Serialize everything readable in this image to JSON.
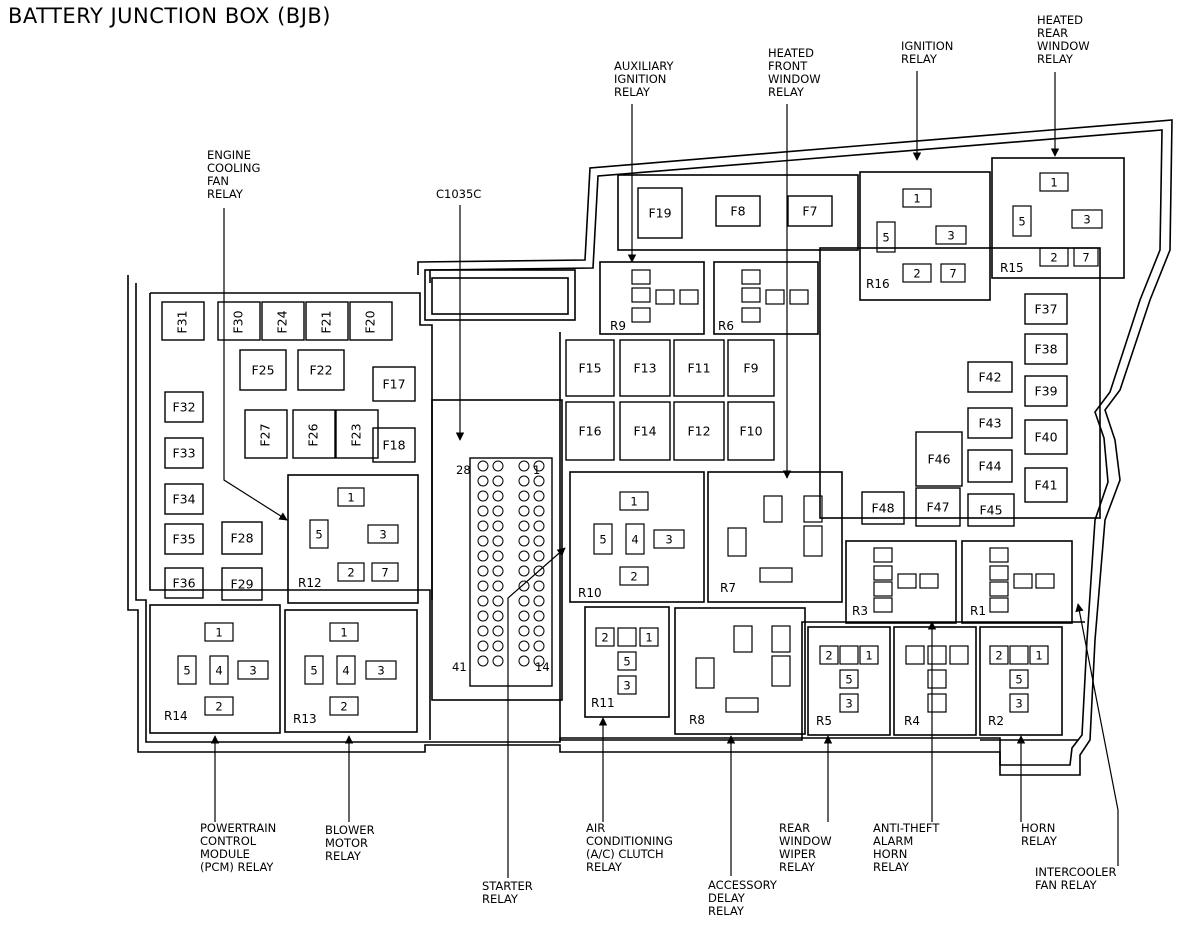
{
  "title": "BATTERY JUNCTION BOX (BJB)",
  "connector": {
    "label": "C1035C",
    "pins": [
      "28",
      "1",
      "41",
      "14"
    ]
  },
  "fuses": {
    "F7": "F7",
    "F8": "F8",
    "F9": "F9",
    "F10": "F10",
    "F11": "F11",
    "F12": "F12",
    "F13": "F13",
    "F14": "F14",
    "F15": "F15",
    "F16": "F16",
    "F17": "F17",
    "F18": "F18",
    "F19": "F19",
    "F20": "F20",
    "F21": "F21",
    "F22": "F22",
    "F23": "F23",
    "F24": "F24",
    "F25": "F25",
    "F26": "F26",
    "F27": "F27",
    "F28": "F28",
    "F29": "F29",
    "F30": "F30",
    "F31": "F31",
    "F32": "F32",
    "F33": "F33",
    "F34": "F34",
    "F35": "F35",
    "F36": "F36",
    "F37": "F37",
    "F38": "F38",
    "F39": "F39",
    "F40": "F40",
    "F41": "F41",
    "F42": "F42",
    "F43": "F43",
    "F44": "F44",
    "F45": "F45",
    "F46": "F46",
    "F47": "F47",
    "F48": "F48"
  },
  "relays": {
    "R1": "R1",
    "R2": "R2",
    "R3": "R3",
    "R4": "R4",
    "R5": "R5",
    "R6": "R6",
    "R7": "R7",
    "R8": "R8",
    "R9": "R9",
    "R10": "R10",
    "R11": "R11",
    "R12": "R12",
    "R13": "R13",
    "R14": "R14",
    "R15": "R15",
    "R16": "R16"
  },
  "callouts": {
    "engine_cooling_fan_relay": [
      "ENGINE",
      "COOLING",
      "FAN",
      "RELAY"
    ],
    "c1035c": [
      "C1035C"
    ],
    "auxiliary_ignition_relay": [
      "AUXILIARY",
      "IGNITION",
      "RELAY"
    ],
    "heated_front_window_relay": [
      "HEATED",
      "FRONT",
      "WINDOW",
      "RELAY"
    ],
    "ignition_relay": [
      "IGNITION",
      "RELAY"
    ],
    "heated_rear_window_relay": [
      "HEATED",
      "REAR",
      "WINDOW",
      "RELAY"
    ],
    "pcm_relay": [
      "POWERTRAIN",
      "CONTROL",
      "MODULE",
      "(PCM) RELAY"
    ],
    "blower_motor_relay": [
      "BLOWER",
      "MOTOR",
      "RELAY"
    ],
    "starter_relay": [
      "STARTER",
      "RELAY"
    ],
    "ac_clutch_relay": [
      "AIR",
      "CONDITIONING",
      "(A/C) CLUTCH",
      "RELAY"
    ],
    "accessory_delay_relay": [
      "ACCESSORY",
      "DELAY",
      "RELAY"
    ],
    "rear_window_wiper_relay": [
      "REAR",
      "WINDOW",
      "WIPER",
      "RELAY"
    ],
    "anti_theft_alarm_horn_relay": [
      "ANTI-THEFT",
      "ALARM",
      "HORN",
      "RELAY"
    ],
    "horn_relay": [
      "HORN",
      "RELAY"
    ],
    "intercooler_fan_relay": [
      "INTERCOOLER",
      "FAN RELAY"
    ]
  }
}
